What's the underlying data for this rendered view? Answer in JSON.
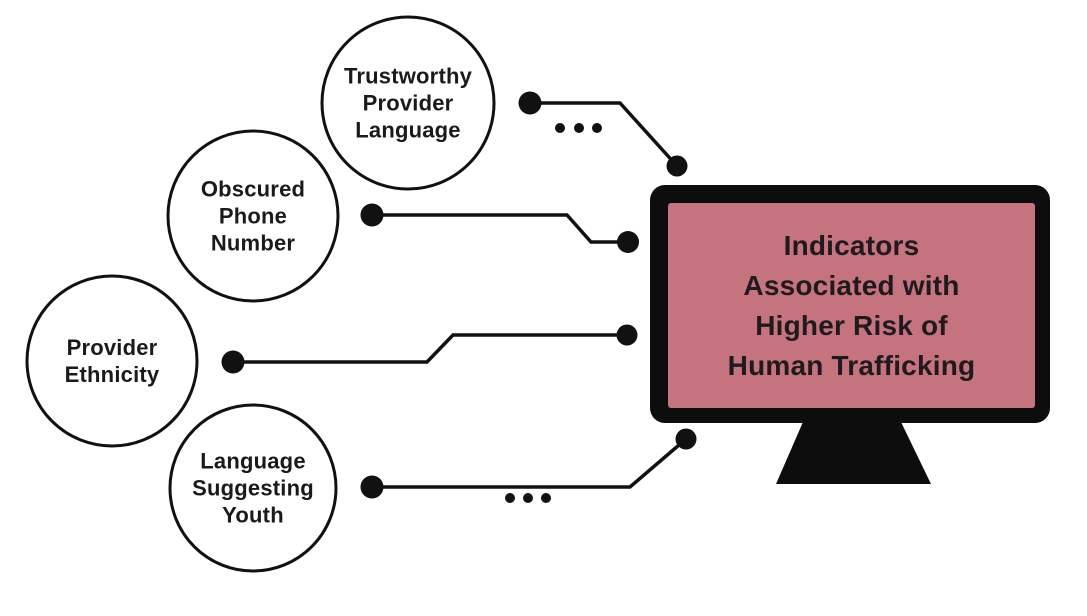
{
  "title": "Indicators Associated with Higher Risk of Human Trafficking",
  "colors": {
    "background": "#ffffff",
    "stroke": "#111111",
    "circle_fill": "#ffffff",
    "label_text": "#1a1a1a",
    "monitor_bezel": "#0d0d0d",
    "screen_fill": "#c4737f",
    "screen_text": "#201a1e"
  },
  "monitor": {
    "screen_lines": [
      "Indicators",
      "Associated with",
      "Higher Risk of",
      "Human Trafficking"
    ]
  },
  "indicators": [
    {
      "lines": [
        "Trustworthy",
        "Provider",
        "Language"
      ]
    },
    {
      "lines": [
        "Obscured",
        "Phone",
        "Number"
      ]
    },
    {
      "lines": [
        "Provider",
        "Ethnicity"
      ]
    },
    {
      "lines": [
        "Language",
        "Suggesting",
        "Youth"
      ]
    }
  ]
}
